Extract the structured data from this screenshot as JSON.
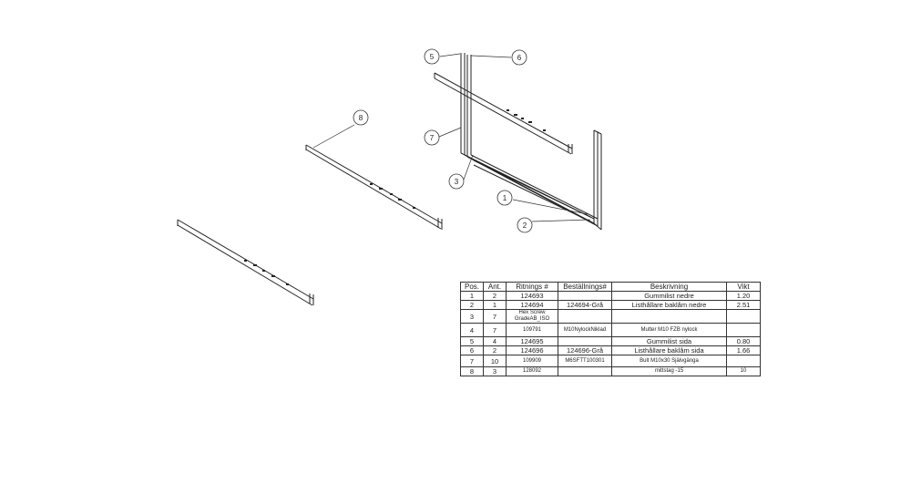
{
  "balloons": [
    {
      "id": "5"
    },
    {
      "id": "6"
    },
    {
      "id": "7"
    },
    {
      "id": "3"
    },
    {
      "id": "8"
    },
    {
      "id": "1"
    },
    {
      "id": "2"
    }
  ],
  "bom": {
    "headers": [
      "Pos.",
      "Ant.",
      "Ritnings #",
      "Beställnings#",
      "Beskrivning",
      "Vikt"
    ],
    "rows": [
      [
        "1",
        "2",
        "124693",
        "",
        "Gummilist nedre",
        "1.20"
      ],
      [
        "2",
        "1",
        "124694",
        "124694-Grå",
        "Listhållare baklåm nedre",
        "2.51"
      ],
      [
        "3",
        "7",
        "Hex Screw GradeAB_ISO",
        "",
        "",
        ""
      ],
      [
        "4",
        "7",
        "109791",
        "M10NylockNiklad",
        "Mutter M10 FZB nylock",
        ""
      ],
      [
        "5",
        "4",
        "124695",
        "",
        "Gummilist sida",
        "0.80"
      ],
      [
        "6",
        "2",
        "124696",
        "124696-Grå",
        "Listhållare baklåm sida",
        "1.66"
      ],
      [
        "7",
        "10",
        "109909",
        "M6SFTT100301",
        "Bult M10x30 Självgänga",
        ""
      ],
      [
        "8",
        "3",
        "128092",
        "",
        "mittstag -15",
        "10"
      ]
    ]
  }
}
